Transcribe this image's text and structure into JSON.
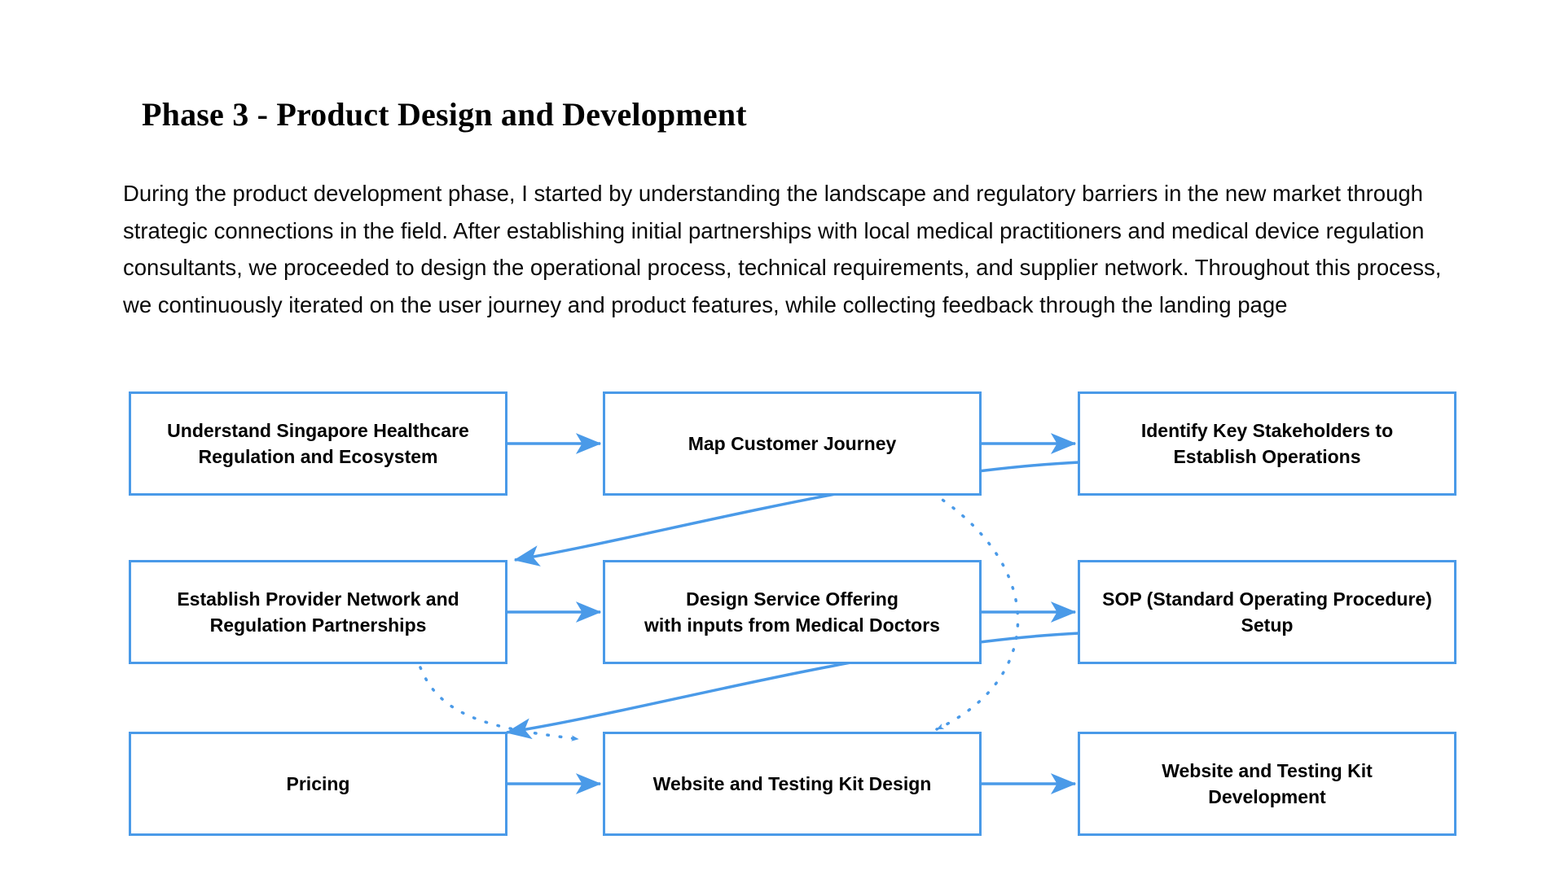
{
  "page": {
    "background_color": "#ffffff",
    "accent_color": "#4a9ae8",
    "text_color": "#000000"
  },
  "title": "Phase 3 - Product Design and Development",
  "paragraph": "During the product development phase, I started by understanding the landscape and regulatory barriers in the new market through strategic connections in the field. After establishing initial partnerships with local medical practitioners and medical device regulation consultants, we proceeded to design the operational process, technical requirements, and supplier network. Throughout this process, we continuously iterated on the user journey and product features, while collecting feedback through the landing page",
  "diagram": {
    "type": "flowchart",
    "node_border_color": "#4a9ae8",
    "connector_color": "#4a9ae8",
    "nodes": [
      {
        "id": "understand-regulation",
        "label": "Understand Singapore Healthcare\nRegulation and Ecosystem",
        "row": 1,
        "col": 1
      },
      {
        "id": "map-customer-journey",
        "label": "Map Customer Journey",
        "row": 1,
        "col": 2
      },
      {
        "id": "identify-stakeholders",
        "label": "Identify Key Stakeholders to\nEstablish Operations",
        "row": 1,
        "col": 3
      },
      {
        "id": "establish-provider-network",
        "label": "Establish Provider Network and\nRegulation Partnerships",
        "row": 2,
        "col": 1
      },
      {
        "id": "design-service-offering",
        "label": "Design Service Offering\nwith inputs from Medical Doctors",
        "row": 2,
        "col": 2
      },
      {
        "id": "sop-setup",
        "label": "SOP (Standard Operating Procedure)\nSetup",
        "row": 2,
        "col": 3
      },
      {
        "id": "pricing",
        "label": "Pricing",
        "row": 3,
        "col": 1
      },
      {
        "id": "website-testing-kit-design",
        "label": "Website and Testing Kit Design",
        "row": 3,
        "col": 2
      },
      {
        "id": "website-testing-kit-development",
        "label": "Website and Testing Kit\nDevelopment",
        "row": 3,
        "col": 3
      }
    ],
    "edges": [
      {
        "from": "understand-regulation",
        "to": "map-customer-journey",
        "style": "solid"
      },
      {
        "from": "map-customer-journey",
        "to": "identify-stakeholders",
        "style": "solid"
      },
      {
        "from": "identify-stakeholders",
        "to": "establish-provider-network",
        "style": "solid"
      },
      {
        "from": "establish-provider-network",
        "to": "design-service-offering",
        "style": "solid"
      },
      {
        "from": "design-service-offering",
        "to": "sop-setup",
        "style": "solid"
      },
      {
        "from": "sop-setup",
        "to": "pricing",
        "style": "solid"
      },
      {
        "from": "pricing",
        "to": "website-testing-kit-design",
        "style": "solid"
      },
      {
        "from": "website-testing-kit-design",
        "to": "website-testing-kit-development",
        "style": "solid"
      },
      {
        "from": "identify-stakeholders",
        "to": "website-testing-kit-design",
        "style": "dotted"
      },
      {
        "from": "establish-provider-network",
        "to": "website-testing-kit-design",
        "style": "dotted"
      }
    ]
  }
}
